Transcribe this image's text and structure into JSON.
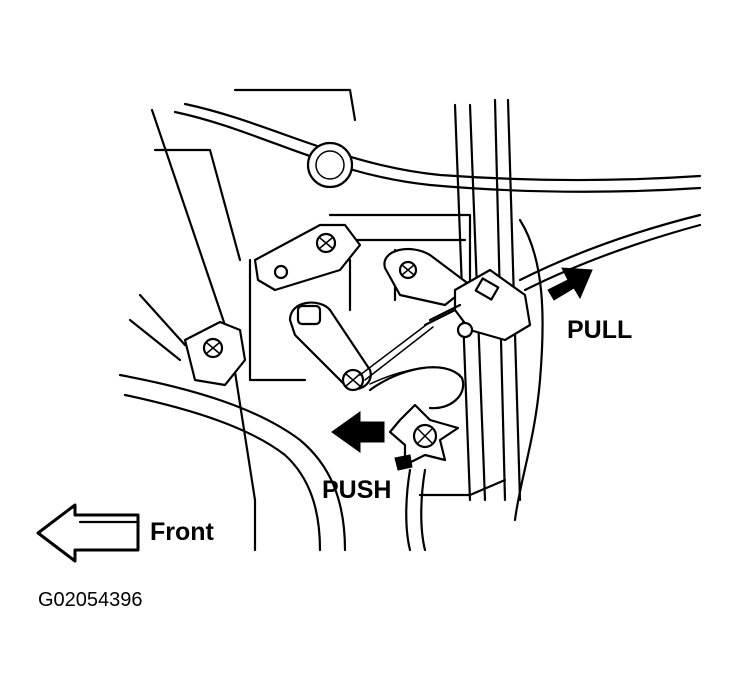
{
  "labels": {
    "pull": "PULL",
    "push": "PUSH",
    "front": "Front",
    "figure_id": "G02054396"
  },
  "icons": {
    "pull_arrow": "arrow-up-right-solid",
    "push_arrow": "arrow-left-solid",
    "front_arrow": "arrow-left-outline"
  },
  "colors": {
    "line": "#000000",
    "background": "#ffffff"
  }
}
